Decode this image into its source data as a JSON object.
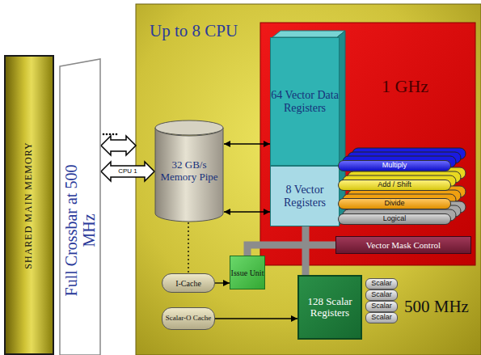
{
  "diagram": {
    "nodes": [
      {
        "text": [
          "SHARED MAIN MEMORY"
        ]
      },
      {
        "text": [
          "Full Crossbar at 500 MHz"
        ]
      },
      {
        "text": [
          "Up to 8 CPU",
          "500 MHz"
        ]
      },
      {
        "text": [
          "1 GHz"
        ],
        "in": 2
      },
      {
        "text": [
          "64 Vector Data Registers"
        ],
        "in": 3
      },
      {
        "text": [
          "8 Vector Registers"
        ],
        "in": 3
      },
      {
        "text": [
          "Multiply"
        ],
        "in": 3
      },
      {
        "text": [
          "Add / Shift"
        ],
        "in": 3
      },
      {
        "text": [
          "Divide"
        ],
        "in": 3
      },
      {
        "text": [
          "Logical"
        ],
        "in": 3
      },
      {
        "text": [
          "Vector Mask Control"
        ],
        "in": 3
      },
      {
        "text": [
          "32 GB/s Memory Pipe"
        ],
        "in": 2
      },
      {
        "text": [
          "I-Cache"
        ],
        "in": 2
      },
      {
        "text": [
          "Issue Unit"
        ],
        "in": 2
      },
      {
        "text": [
          "Scalar-O Cache"
        ],
        "in": 2
      },
      {
        "text": [
          "128 Scalar Registers"
        ],
        "in": 2
      },
      {
        "text": [
          "Scalar"
        ],
        "in": 2
      },
      {
        "text": [
          "Scalar"
        ],
        "in": 2
      },
      {
        "text": [
          "Scalar"
        ],
        "in": 2
      },
      {
        "text": [
          "Scalar"
        ],
        "in": 2
      }
    ],
    "edges": [
      {
        "from": 1,
        "to": 2,
        "arrow": "both"
      },
      {
        "from": 1,
        "to": 11,
        "arrow": "both",
        "label": "CPU 1"
      },
      {
        "from": 11,
        "to": 4,
        "arrow": "both"
      },
      {
        "from": 11,
        "to": 5,
        "arrow": "both"
      },
      {
        "from": 11,
        "to": 12,
        "arrow": "none"
      },
      {
        "from": 12,
        "to": 13,
        "arrow": "to"
      },
      {
        "from": 14,
        "to": 15,
        "arrow": "to"
      },
      {
        "from": 5,
        "to": 15,
        "arrow": "none"
      },
      {
        "from": 13,
        "to": 10,
        "arrow": "none"
      }
    ]
  }
}
